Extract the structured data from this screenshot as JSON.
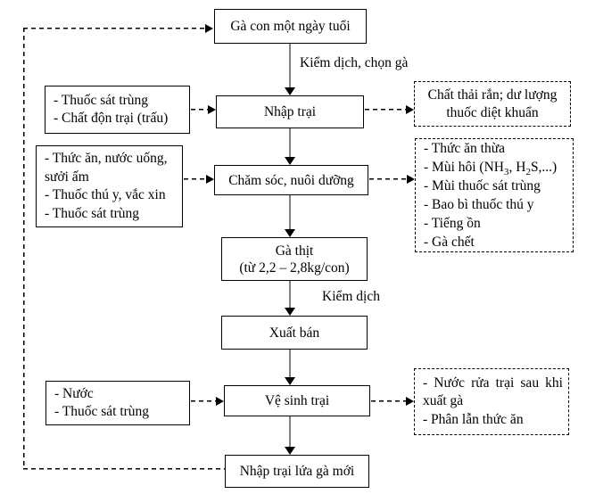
{
  "flowchart": {
    "main_nodes": {
      "chick": {
        "label": "Gà con một ngày tuổi"
      },
      "intake": {
        "label": "Nhập trại"
      },
      "care": {
        "label": "Chăm sóc, nuôi dưỡng"
      },
      "meat": {
        "label": "Gà thịt",
        "sublabel": "(từ 2,2 – 2,8kg/con)"
      },
      "sell": {
        "label": "Xuất bán"
      },
      "clean": {
        "label": "Vệ sinh trại"
      },
      "new_flock": {
        "label": "Nhập trại lứa gà mới"
      }
    },
    "edge_labels": {
      "quarantine_select": "Kiểm dịch, chọn gà",
      "quarantine": "Kiểm dịch"
    },
    "inputs": {
      "intake_inputs": {
        "items": [
          "- Thuốc sát trùng",
          "- Chất độn trại (trấu)"
        ]
      },
      "care_inputs": {
        "items": [
          "- Thức ăn, nước uống, sưởi ấm",
          "- Thuốc thú y, vắc xin",
          "- Thuốc sát trùng"
        ]
      },
      "clean_inputs": {
        "items": [
          "- Nước",
          "- Thuốc sát trùng"
        ]
      }
    },
    "outputs": {
      "intake_outputs": {
        "text": "Chất thải rắn; dư lượng thuốc diệt khuẩn"
      },
      "care_outputs": {
        "items_before": [
          "- Thức ăn thừa"
        ],
        "smell": {
          "pre": "- Mùi hôi (NH",
          "sub1": "3",
          "mid": ", H",
          "sub2": "2",
          "post": "S,...)"
        },
        "items_after": [
          "- Mùi thuốc sát trùng",
          "- Bao bì thuốc thú y",
          "- Tiếng ồn",
          "- Gà chết"
        ]
      },
      "clean_outputs": {
        "items": [
          "- Nước rửa trại sau khi xuất gà",
          "- Phân lẫn thức ăn"
        ]
      }
    },
    "colors": {
      "arrow_gray": "#808080",
      "line_black": "#000000",
      "background": "#ffffff"
    }
  }
}
